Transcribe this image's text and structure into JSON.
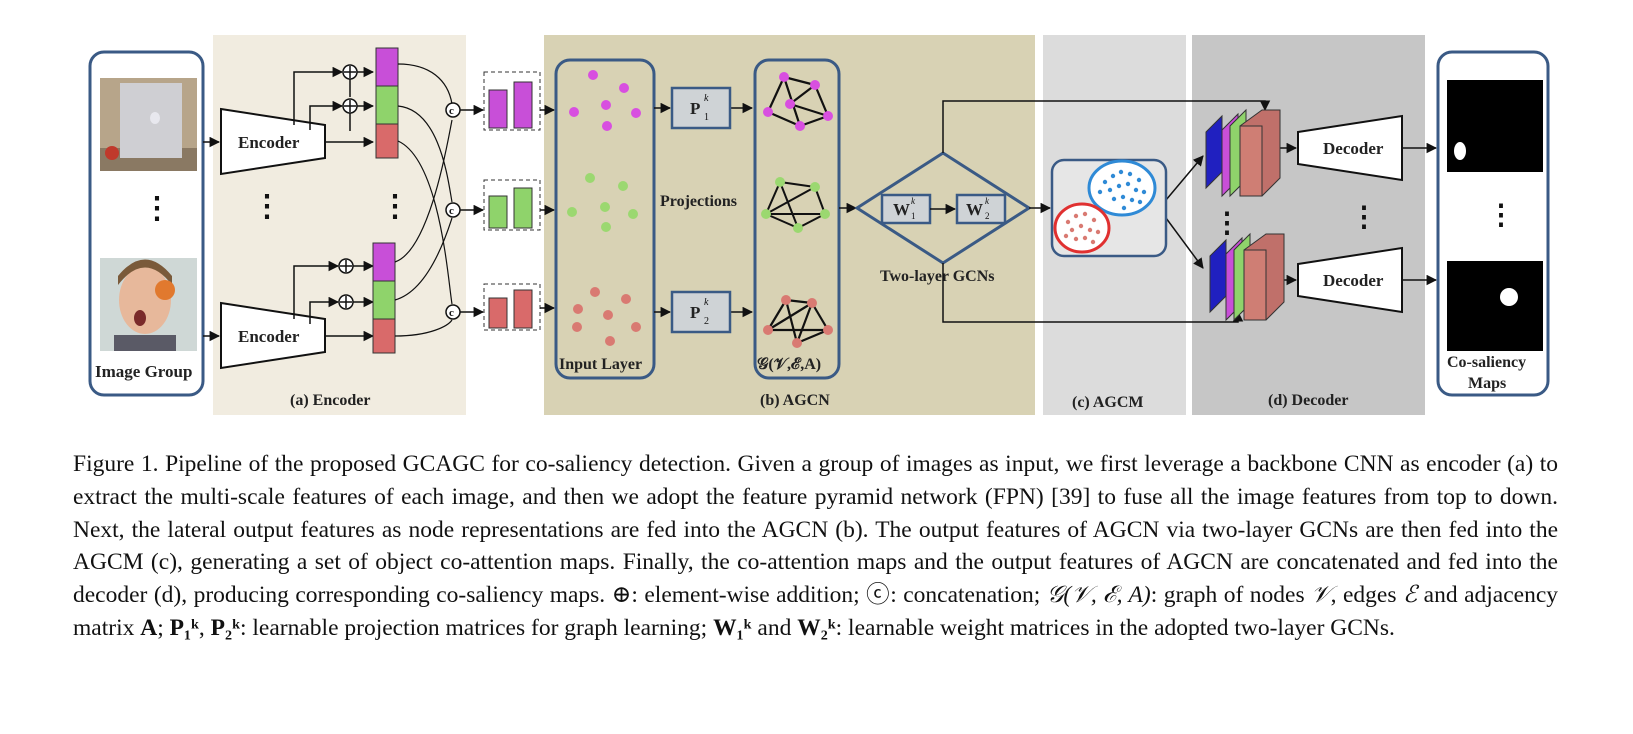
{
  "figure": {
    "image_group_label": "Image Group",
    "encoder_label": "Encoder",
    "section_a": "(a) Encoder",
    "section_b": "(b) AGCN",
    "section_c": "(c) AGCM",
    "section_d": "(d) Decoder",
    "input_layer_label": "Input Layer",
    "projections_label": "Projections",
    "p1_label": "P",
    "p1_sub": "1",
    "p2_label": "P",
    "p2_sub": "2",
    "k_sup": "k",
    "graph_label": "𝒢(𝒱,ℰ,A)",
    "w1_label": "W",
    "w1_sub": "1",
    "w2_label": "W",
    "w2_sub": "2",
    "two_layer_label": "Two-layer GCNs",
    "decoder_label": "Decoder",
    "co_saliency_label_1": "Co-saliency",
    "co_saliency_label_2": "Maps",
    "concat_symbol": "c",
    "vdots": "⋮",
    "colors": {
      "magenta": "#c84fd8",
      "green": "#8fd36b",
      "salmon": "#d96a6a",
      "frame_blue": "#3a5a85",
      "panel_a": "#f1ece0",
      "panel_b": "#d8d2b4",
      "panel_c": "#dcdcdc",
      "panel_d": "#c6c6c6",
      "cluster_blue": "#2f8ad6",
      "cluster_red": "#e03030"
    }
  },
  "caption": {
    "s1": "Figure 1. Pipeline of the proposed GCAGC for co-saliency detection. Given a group of images as input, we first leverage a backbone CNN as encoder (a) to extract the multi-scale features of each image, and then we adopt the feature pyramid network (FPN) [39] to fuse all the image features from top to down. Next, the lateral output features as node representations are fed into the AGCN (b). The output features of AGCN via two-layer GCNs are then fed into the AGCM (c), generating a set of object co-attention maps. Finally, the co-attention maps and the output features of AGCN are concatenated and fed into the decoder (d), producing corresponding co-saliency maps. ",
    "plus_symbol": "⊕",
    "s2": ": element-wise addition; ",
    "c_symbol": "ⓒ",
    "s3": ": concatenation; ",
    "graph_math": "𝒢(𝒱, ℰ, A)",
    "s4": ": graph of nodes ",
    "v_math": "𝒱",
    "s5": ", edges ",
    "e_math": "ℰ",
    "s6": " and adjacency matrix ",
    "a_math": "A",
    "s7": "; ",
    "p1k": "P₁ᵏ",
    "s8": ", ",
    "p2k": "P₂ᵏ",
    "s9": ": learnable projection matrices for graph learning; ",
    "w1k": "W₁ᵏ",
    "s10": " and ",
    "w2k": "W₂ᵏ",
    "s11": ": learnable weight matrices in the adopted two-layer GCNs."
  }
}
